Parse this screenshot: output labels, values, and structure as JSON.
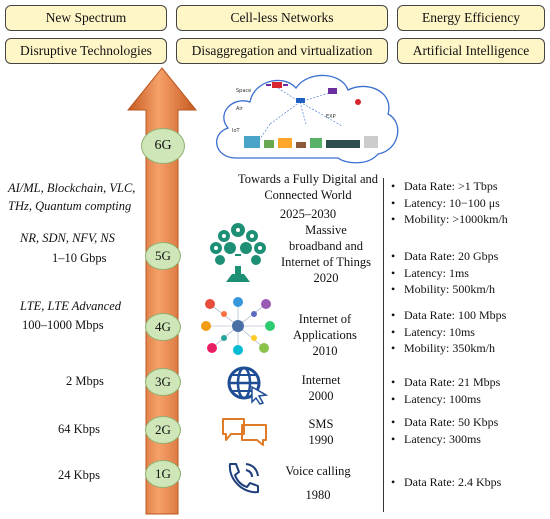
{
  "top_boxes": [
    "New Spectrum",
    "Cell-less Networks",
    "Energy Efficiency"
  ],
  "second_boxes": [
    "Disruptive Technologies",
    "Disaggregation and virtualization",
    "Artificial Intelligence"
  ],
  "generations": [
    "6G",
    "5G",
    "4G",
    "3G",
    "2G",
    "1G"
  ],
  "left_tech": {
    "g6_line1": "AI/ML, Blockchain, VLC,",
    "g6_line2": "THz, Quantum compting",
    "g5_tech": "NR, SDN, NFV, NS",
    "g5_rate": "1–10 Gbps",
    "g4_tech": "LTE, LTE Advanced",
    "g4_rate": "100–1000 Mbps",
    "g3_rate": "2 Mbps",
    "g2_rate": "64 Kbps",
    "g1_rate": "24 Kbps"
  },
  "eras": {
    "g6_line1": "Towards a Fully Digital and",
    "g6_line2": "Connected World",
    "g6_year": "2025–2030",
    "g5_line1": "Massive",
    "g5_line2": "broadband and",
    "g5_line3": "Internet of Things",
    "g5_year": "2020",
    "g4_line1": "Internet of",
    "g4_line2": "Applications",
    "g4_year": "2010",
    "g3_line1": "Internet",
    "g3_year": "2000",
    "g2_line1": "SMS",
    "g2_year": "1990",
    "g1_line1": "Voice calling",
    "g1_year": "1980"
  },
  "specs": {
    "g6": [
      "Data Rate: >1 Tbps",
      "Latency: 10−100 μs",
      "Mobility: >1000km/h"
    ],
    "g5": [
      "Data Rate: 20 Gbps",
      "Latency: 1ms",
      "Mobility: 500km/h"
    ],
    "g4": [
      "Data Rate: 100 Mbps",
      "Latency: 10ms",
      "Mobility: 350km/h"
    ],
    "g3": [
      "Data Rate: 21 Mbps",
      "Latency: 100ms"
    ],
    "g2": [
      "Data Rate: 50 Kbps",
      "Latency: 300ms"
    ],
    "g1": [
      "Data Rate: 2.4 Kbps"
    ]
  },
  "cloud_labels": [
    "Space",
    "Air",
    "IoT",
    "EXP"
  ],
  "colors": {
    "arrow": "#f08a4b",
    "box_fill": "#fff6c8",
    "gen_fill": "#cfe6b8",
    "tree": "#1d8f74"
  },
  "icons": [
    "cloud-network-icon",
    "iot-tree-icon",
    "apps-network-icon",
    "globe-cursor-icon",
    "chat-bubbles-icon",
    "phone-icon"
  ]
}
